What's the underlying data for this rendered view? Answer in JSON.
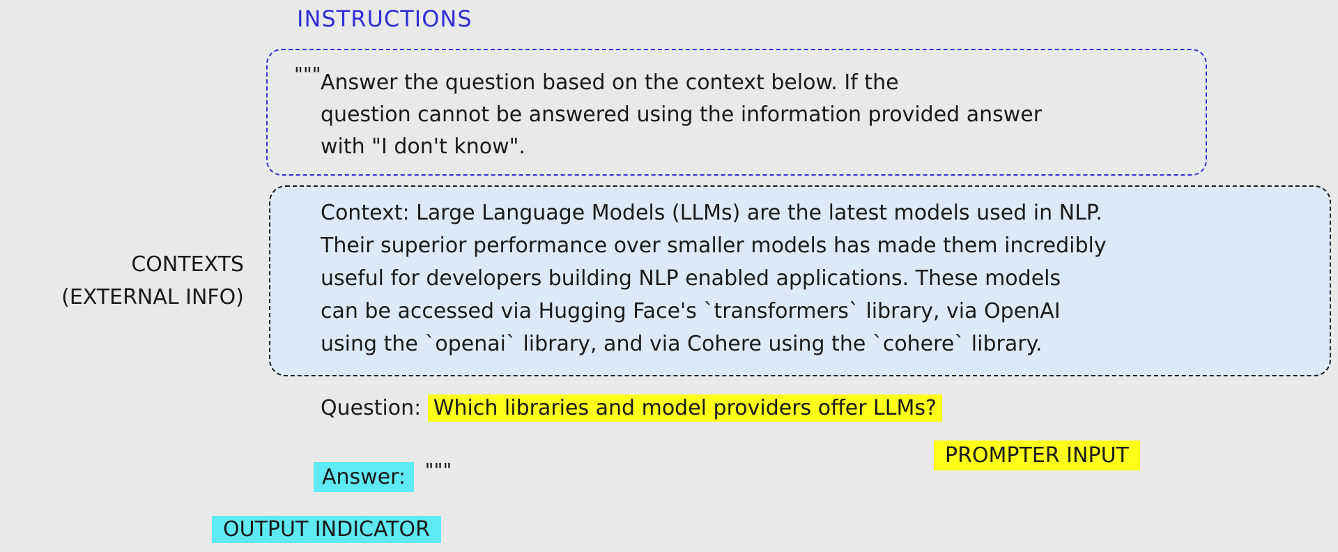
{
  "instructions": {
    "label": "INSTRUCTIONS",
    "quote_open": "\"\"\"",
    "lines": [
      "Answer the question based on the context below. If the",
      "question cannot be answered using the information provided answer",
      "with \"I don't know\"."
    ]
  },
  "contexts": {
    "label_line1": "CONTEXTS",
    "label_line2": "(EXTERNAL INFO)",
    "lines": [
      "Context: Large Language Models (LLMs) are the latest models used in NLP.",
      "Their superior performance over smaller models has made them incredibly",
      "useful for developers building NLP enabled applications. These models",
      "can be accessed via Hugging Face's `transformers` library, via OpenAI",
      "using the `openai` library, and via Cohere using the `cohere` library."
    ]
  },
  "question": {
    "prefix": "Question:",
    "text": "Which libraries and model providers offer LLMs?"
  },
  "prompter_input": {
    "label": "PROMPTER INPUT"
  },
  "answer": {
    "label": "Answer:",
    "quote_close": "\"\"\""
  },
  "output_indicator": {
    "label": "OUTPUT INDICATOR"
  },
  "colors": {
    "background": "#e9e9e9",
    "instructions_accent": "#2f2fd6",
    "context_fill": "#dbeaf6",
    "prompter_highlight": "#ffff1a",
    "output_highlight": "#5fe9f2"
  }
}
